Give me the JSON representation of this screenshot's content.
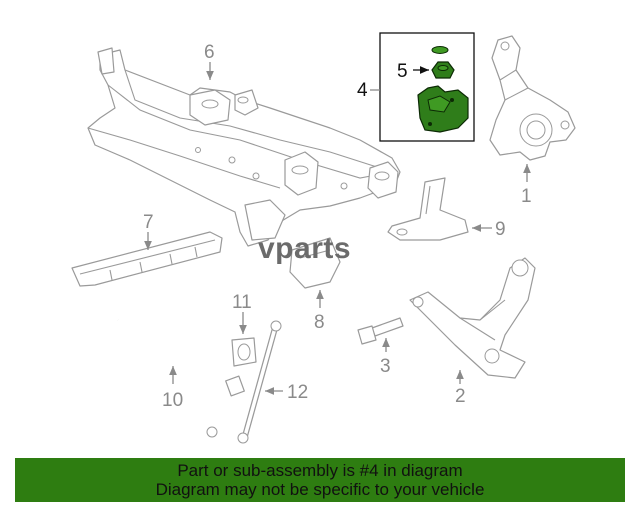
{
  "watermark": "vparts",
  "callouts": {
    "c1": "1",
    "c2": "2",
    "c3": "3",
    "c4": "4",
    "c5": "5",
    "c6": "6",
    "c7": "7",
    "c8": "8",
    "c9": "9",
    "c10": "10",
    "c11": "11",
    "c12": "12"
  },
  "highlight": {
    "color": "#2e7d11",
    "part_number": "4"
  },
  "banner": {
    "line1": "Part or sub-assembly is #4 in diagram",
    "line2": "Diagram may not be specific to your vehicle"
  }
}
